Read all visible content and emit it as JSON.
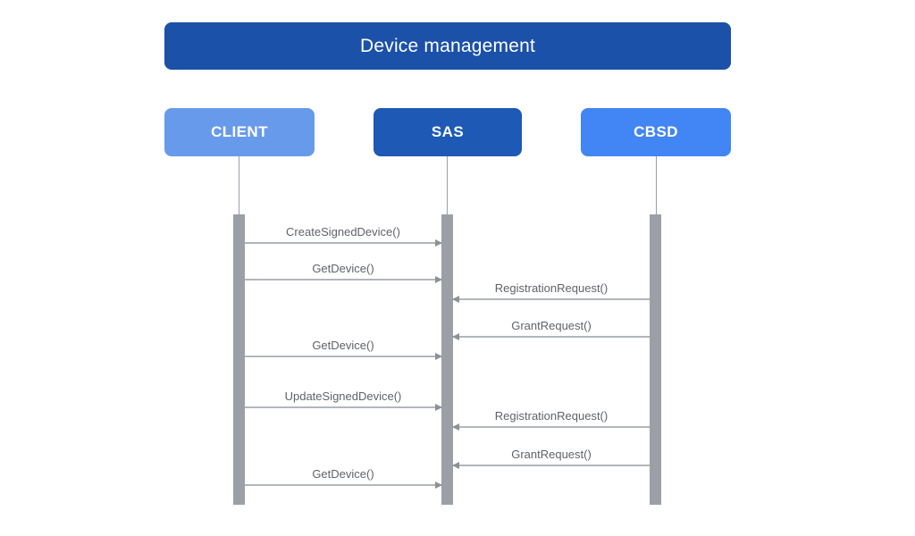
{
  "title": "Device management",
  "actors": [
    {
      "name": "CLIENT",
      "color": "#689aeb"
    },
    {
      "name": "SAS",
      "color": "#1d59b5"
    },
    {
      "name": "CBSD",
      "color": "#4285f4"
    }
  ],
  "messages": [
    {
      "label": "CreateSignedDevice()",
      "from": "CLIENT",
      "to": "SAS"
    },
    {
      "label": "GetDevice()",
      "from": "CLIENT",
      "to": "SAS"
    },
    {
      "label": "RegistrationRequest()",
      "from": "CBSD",
      "to": "SAS"
    },
    {
      "label": "GrantRequest()",
      "from": "CBSD",
      "to": "SAS"
    },
    {
      "label": "GetDevice()",
      "from": "CLIENT",
      "to": "SAS"
    },
    {
      "label": "UpdateSignedDevice()",
      "from": "CLIENT",
      "to": "SAS"
    },
    {
      "label": "RegistrationRequest()",
      "from": "CBSD",
      "to": "SAS"
    },
    {
      "label": "GrantRequest()",
      "from": "CBSD",
      "to": "SAS"
    },
    {
      "label": "GetDevice()",
      "from": "CLIENT",
      "to": "SAS"
    }
  ],
  "colors": {
    "title_bg": "#1b51a8",
    "client_bg": "#689aeb",
    "sas_bg": "#1d59b5",
    "cbsd_bg": "#4285f4",
    "lifeline": "#9aa0a6",
    "activation_bar": "#9aa0a6",
    "arrow_line": "#b2b6ba",
    "arrow_head": "#8b9197",
    "message_text": "#5f6368",
    "actor_text": "#ffffff",
    "background": "#ffffff"
  }
}
